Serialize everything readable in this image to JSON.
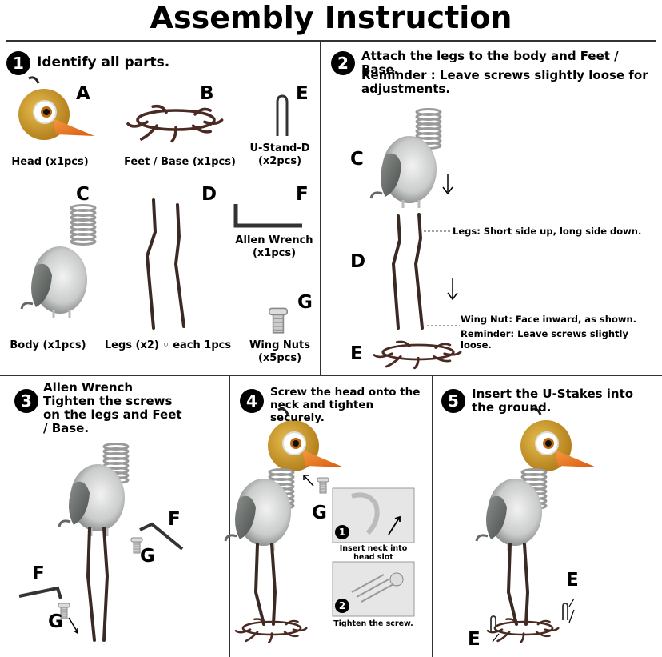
{
  "title": "Assembly Instruction",
  "step1": {
    "number": "1",
    "text": "Identify all parts.",
    "parts": [
      {
        "letter": "A",
        "caption": "Head (x1pcs)"
      },
      {
        "letter": "B",
        "caption": "Feet / Base (x1pcs)"
      },
      {
        "letter": "E",
        "caption": "U-Stand-D\n(x2pcs)"
      },
      {
        "letter": "C",
        "caption": "Body (x1pcs)"
      },
      {
        "letter": "D",
        "caption": "Legs (x2) ◦ each 1pcs"
      },
      {
        "letter": "F",
        "caption": "Allen Wrench\n(x1pcs)"
      },
      {
        "letter": "G",
        "caption": "Wing Nuts\n(x5pcs)"
      }
    ]
  },
  "step2": {
    "number": "2",
    "text": "Attach the legs to the body and Feet / Base.",
    "reminder": "Reminder : Leave screws slightly loose for adjustments.",
    "labels": {
      "c": "C",
      "d": "D",
      "e": "E"
    },
    "note_legs": "Legs: Short side up, long side down.",
    "note_wingnut": "Wing Nut: Face inward, as shown.",
    "note_reminder": "Reminder: Leave screws slightly loose."
  },
  "step3": {
    "number": "3",
    "text": "Allen Wrench Tighten the screws on the legs and Feet / Base.",
    "labels": {
      "f1": "F",
      "g1": "G",
      "f2": "F",
      "g2": "G"
    }
  },
  "step4": {
    "number": "4",
    "text": "Screw the head onto the neck and tighten securely.",
    "label_g": "G",
    "sub1_num": "1",
    "sub1_caption": "Insert neck into head slot",
    "sub2_num": "2",
    "sub2_caption": "Tighten the screw."
  },
  "step5": {
    "number": "5",
    "text": "Insert the U-Stakes into the ground.",
    "labels": {
      "e1": "E",
      "e2": "E"
    }
  },
  "colors": {
    "head": "#d9a430",
    "beak": "#f07a20",
    "body": "#8a8f8c",
    "metal": "#3a2a24",
    "line": "#333333"
  }
}
